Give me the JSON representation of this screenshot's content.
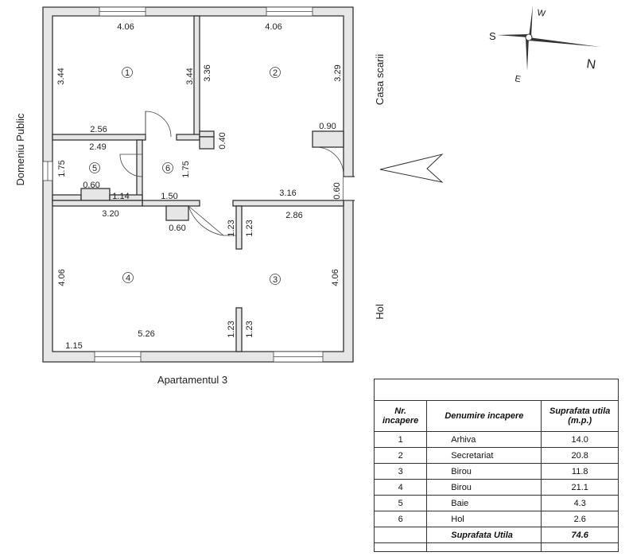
{
  "plan": {
    "title": "Apartamentul 3",
    "side_left": "Domeniu Public",
    "side_right_top": "Casa scarii",
    "side_right_bottom": "Hol",
    "compass": {
      "n": "N",
      "s": "S",
      "e": "E",
      "w": "W"
    },
    "room_numbers": [
      "1",
      "2",
      "3",
      "4",
      "5",
      "6"
    ],
    "dims": {
      "r1_top": "4.06",
      "r1_left": "3.44",
      "r1_right": "3.44",
      "r1_bottom": "2.56",
      "r2_top": "4.06",
      "r2_left": "3.36",
      "r2_right": "3.29",
      "r2_ret": "0.90",
      "r2_post": "0.40",
      "r5_top": "2.49",
      "r5_left": "1.75",
      "r5_seg1": "0.60",
      "r5_seg2": "1.14",
      "r6_right": "1.75",
      "r6_bottom": "1.50",
      "corr": "3.16",
      "door_e": "0.60",
      "r4_top": "3.20",
      "r4_post": "0.60",
      "r4_left": "4.06",
      "r4_bottom": "5.26",
      "r4_corner": "1.15",
      "r3_top": "2.86",
      "r3_right": "4.06",
      "part_top": "1.23",
      "part_top2": "1.23",
      "part_bot": "1.23",
      "part_bot2": "1.23"
    }
  },
  "table": {
    "headers": [
      "Nr. incapere",
      "Denumire incapere",
      "Suprafata utila (m.p.)"
    ],
    "rows": [
      {
        "nr": "1",
        "name": "Arhiva",
        "area": "14.0"
      },
      {
        "nr": "2",
        "name": "Secretariat",
        "area": "20.8"
      },
      {
        "nr": "3",
        "name": "Birou",
        "area": "11.8"
      },
      {
        "nr": "4",
        "name": "Birou",
        "area": "21.1"
      },
      {
        "nr": "5",
        "name": "Baie",
        "area": "4.3"
      },
      {
        "nr": "6",
        "name": "Hol",
        "area": "2.6"
      }
    ],
    "total_label": "Suprafata Utila",
    "total_value": "74.6"
  }
}
